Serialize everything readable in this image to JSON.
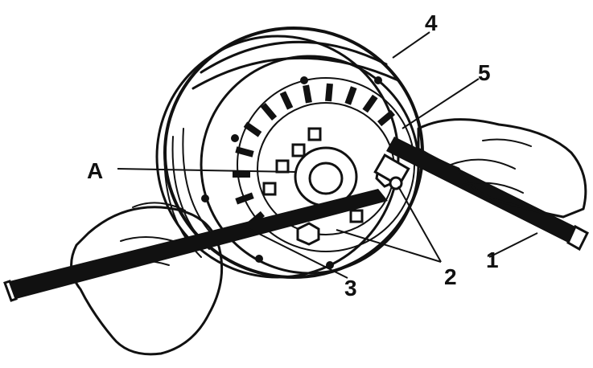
{
  "figure": {
    "labels": {
      "A": "A",
      "one": "1",
      "two": "2",
      "three": "3",
      "four": "4",
      "five": "5"
    },
    "colors": {
      "ink": "#111111",
      "paper": "#ffffff"
    }
  }
}
